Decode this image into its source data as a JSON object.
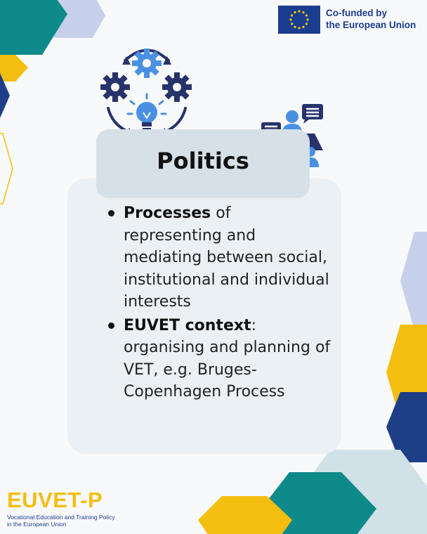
{
  "colors": {
    "background": "#f8f9fb",
    "card": "#ebf0f4",
    "title_card": "#d5e0e7",
    "teal": "#0e8a8a",
    "yellow": "#f4be10",
    "navy": "#1e3f87",
    "lavender": "#c7d0ea",
    "light_blue": "#d1e1e8",
    "icon_blue": "#4a90e2",
    "icon_navy": "#27336b"
  },
  "eu_badge": {
    "line1": "Co-funded by",
    "line2": "the European Union",
    "icon": "eu-flag-icon"
  },
  "title": "Politics",
  "bullets": [
    {
      "term": "Processes",
      "separator": "",
      "text": " of representing and mediating between social, institutional and individual interests"
    },
    {
      "term": "EUVET context",
      "separator": ":",
      "text": " organising and planning of VET, e.g. Bruges-Copenhagen Process"
    }
  ],
  "logo": {
    "name": "EUVET-P",
    "tagline_line1": "Vocational Education and Training Policy",
    "tagline_line2": "in the European Union"
  },
  "icons": {
    "process": "gears-lightbulb-cycle-icon",
    "meeting": "meeting-discussion-icon"
  }
}
